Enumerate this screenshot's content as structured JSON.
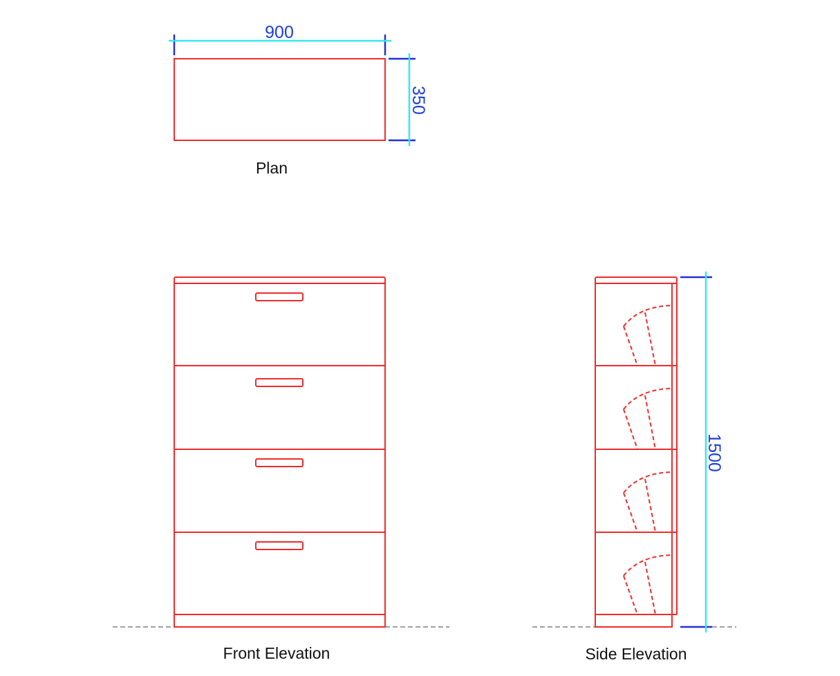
{
  "drawing": {
    "views": {
      "plan": {
        "label": "Plan",
        "width_dim": "900",
        "depth_dim": "350"
      },
      "front_elevation": {
        "label": "Front Elevation",
        "drawer_count": 4
      },
      "side_elevation": {
        "label": "Side Elevation",
        "height_dim": "1500"
      }
    },
    "colors": {
      "object_lines": "#f02a2a",
      "dimension_lines": "#33e8f0",
      "extension_lines": "#2030d8",
      "dimension_text": "#1a3fdc",
      "ground_line": "#a0a0a0",
      "label_text": "#111111"
    }
  }
}
